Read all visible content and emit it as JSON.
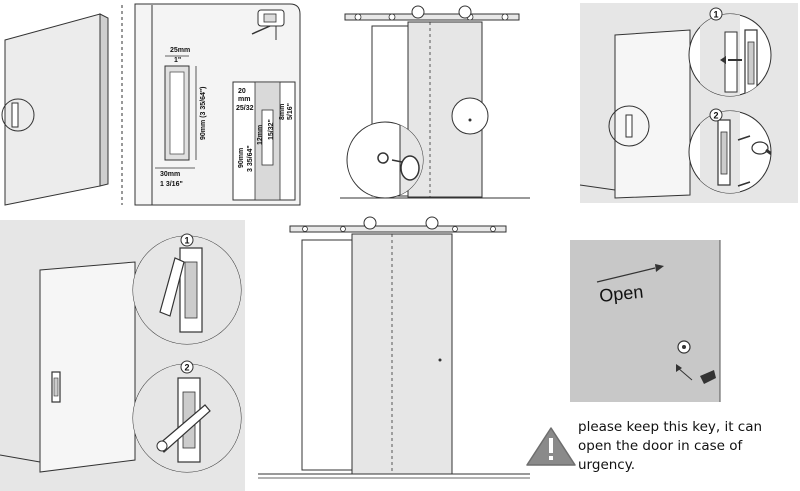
{
  "panels": {
    "dimensions": {
      "labels": {
        "w25": "25mm",
        "w1": "1\"",
        "h90": "90mm (3 35/64\")",
        "w30": "30mm",
        "w1316": "1 3/16\"",
        "h20": "20",
        "mm": "mm",
        "h2532": "25/32",
        "h90b": "90mm",
        "h3564": "3 35/64\"",
        "d12": "12mm",
        "d1532": "15/32\"",
        "d8": "8mm",
        "d516": "5/16\""
      }
    },
    "key_release": {
      "open_label": "Open"
    },
    "step_numbers": [
      "1",
      "2",
      "1",
      "2"
    ]
  },
  "warning": {
    "icon": "warning-triangle-icon",
    "lines": [
      "please keep this key, it can",
      "open the door in case of",
      "urgency."
    ]
  }
}
